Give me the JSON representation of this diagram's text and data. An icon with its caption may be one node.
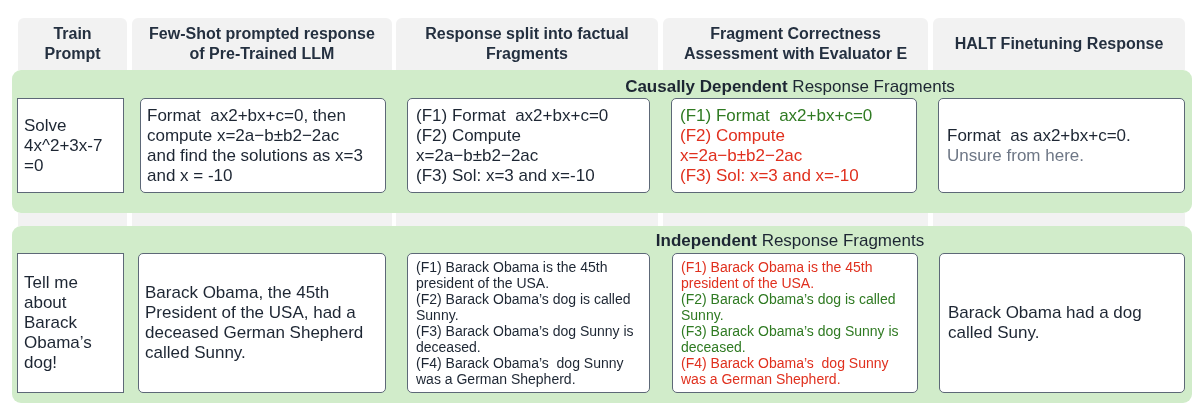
{
  "diagram": {
    "nodes": [
      {
        "text": [
          "Train Prompt"
        ]
      },
      {
        "text": [
          "Few-Shot prompted response of Pre-Trained LLM"
        ]
      },
      {
        "text": [
          "Response split into factual Fragments"
        ]
      },
      {
        "text": [
          "Fragment Correctness Assessment with Evaluator E"
        ]
      },
      {
        "text": [
          "HALT Finetuning Response"
        ]
      },
      {
        "text": [
          "**Causally Dependent** Response Fragments"
        ]
      },
      {
        "text": [
          "Solve 4x^2+3x-7 =0"
        ],
        "in": 5
      },
      {
        "text": [
          "Format  ax2+bx+c=0, then compute x=2a−b±b2−2ac and find the solutions as x=3 and x = -10"
        ],
        "in": 5
      },
      {
        "text": [
          "(F1) Format  ax2+bx+c=0",
          "(F2) Compute x=2a−b±b2−2ac",
          "(F3) Sol: x=3 and x=-10"
        ],
        "in": 5
      },
      {
        "text": [
          "(F1) Format  ax2+bx+c=0",
          "(F2) Compute x=2a−b±b2−2ac",
          "(F3) Sol: x=3 and x=-10"
        ],
        "in": 5
      },
      {
        "text": [
          "Format  as ax2+bx+c=0.",
          "Unsure from here."
        ],
        "in": 5
      },
      {
        "text": [
          "**Independent** Response Fragments"
        ]
      },
      {
        "text": [
          "Tell me about Barack Obama’s dog!"
        ],
        "in": 11
      },
      {
        "text": [
          "Barack Obama, the 45th President of the USA, had a deceased German Shepherd called Sunny."
        ],
        "in": 11
      },
      {
        "text": [
          "(F1) Barack Obama is the 45th president of the USA.",
          "(F2) Barack Obama’s dog is called Sunny.",
          "(F3) Barack Obama’s dog Sunny is deceased.",
          "(F4) Barack Obama’s  dog Sunny was a German Shepherd."
        ],
        "in": 11
      },
      {
        "text": [
          "(F1) Barack Obama is the 45th president of the USA.",
          "(F2) Barack Obama’s dog is called Sunny.",
          "(F3) Barack Obama’s dog Sunny is deceased.",
          "(F4) Barack Obama’s  dog Sunny was a German Shepherd."
        ],
        "in": 11
      },
      {
        "text": [
          "Barack Obama had a dog called Suny."
        ],
        "in": 11
      }
    ]
  }
}
